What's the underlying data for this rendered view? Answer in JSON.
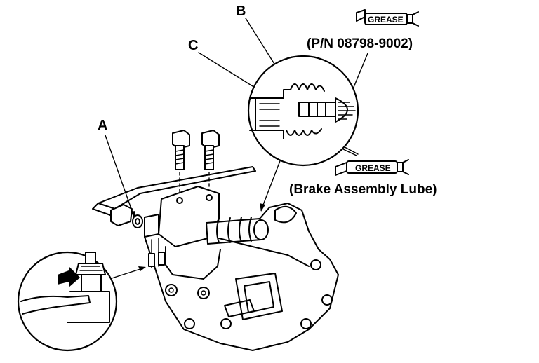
{
  "callouts": {
    "a": "A",
    "b": "B",
    "c": "C"
  },
  "grease_tube_label_top": "GREASE",
  "grease_tube_label_bottom": "GREASE",
  "part_number_note": "(P/N 08798-9002)",
  "lube_note": "(Brake Assembly Lube)",
  "icons": {
    "grease_tube": "grease-tube-icon",
    "pointer_arrow": "arrow-icon"
  }
}
